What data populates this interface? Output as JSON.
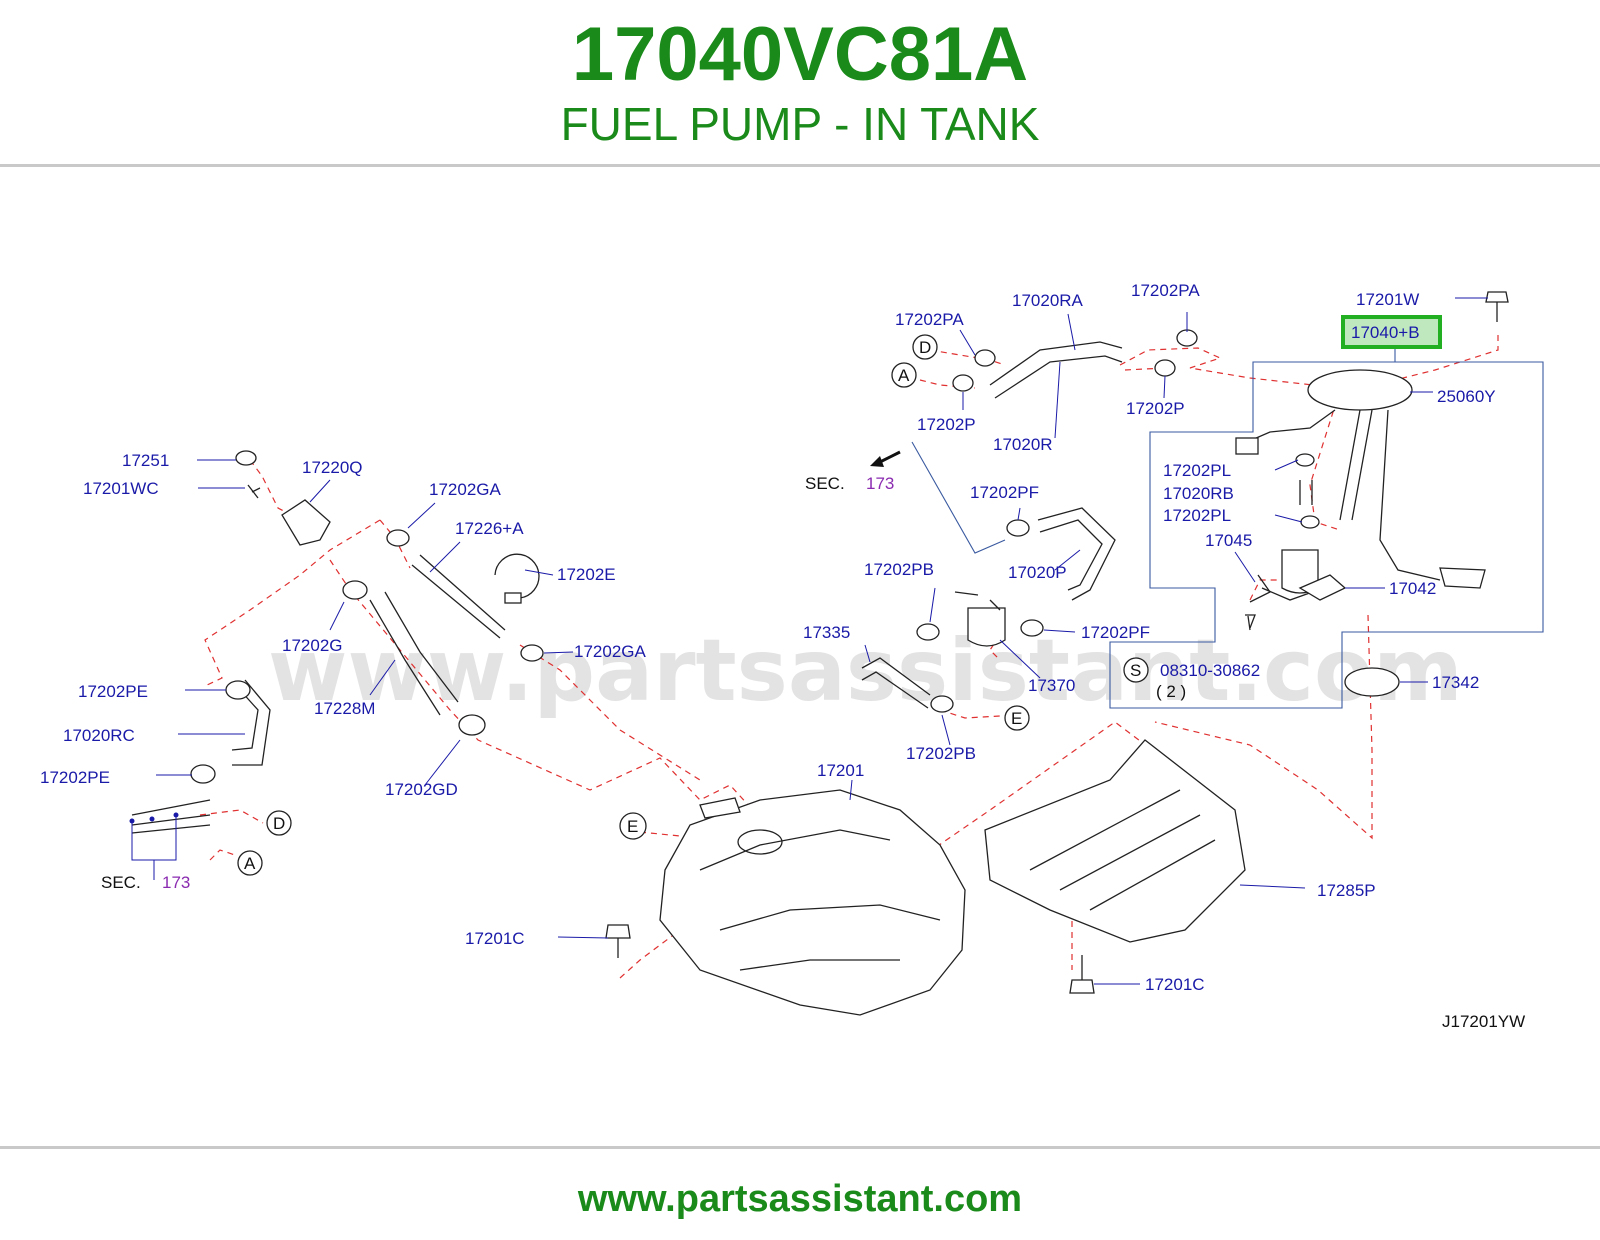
{
  "header": {
    "part_number": "17040VC81A",
    "subtitle": "FUEL PUMP - IN TANK"
  },
  "watermark": "www.partsassistant.com",
  "footer": {
    "url": "www.partsassistant.com"
  },
  "diagram": {
    "highlight_label": "17040+B",
    "highlight_color": "#22b022",
    "callouts": [
      "17251",
      "17201WC",
      "17220Q",
      "17202GA",
      "17226+A",
      "17202E",
      "17202G",
      "17202GA",
      "17228M",
      "17202PE",
      "17020RC",
      "17202PE",
      "17202GD",
      "17202PA",
      "17020RA",
      "17202PA",
      "17201W",
      "25060Y",
      "17202P",
      "17202P",
      "17020R",
      "17202PF",
      "17020P",
      "17202PL",
      "17020RB",
      "17202PL",
      "17045",
      "17042",
      "17202PB",
      "17335",
      "17202PF",
      "17370",
      "17202PB",
      "08310-30862",
      "17342",
      "17201",
      "17285P",
      "17201C",
      "17201C",
      "J17201YW"
    ],
    "bolt_qty": "( 2 )",
    "bolt_symbol": "S",
    "section_refs": [
      {
        "prefix": "SEC.",
        "number": "173"
      },
      {
        "prefix": "SEC.",
        "number": "173"
      }
    ],
    "connectors": [
      "A",
      "D",
      "E",
      "A",
      "D",
      "E"
    ]
  }
}
